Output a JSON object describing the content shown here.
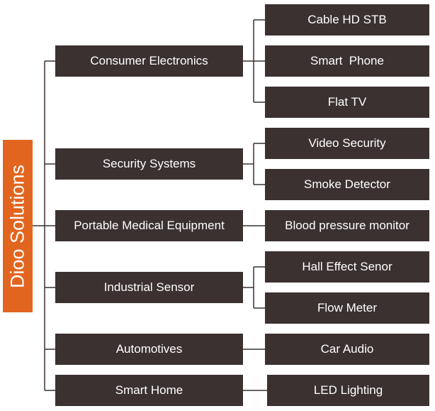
{
  "root": {
    "label": "Dioo Solutions",
    "color": "#e2651f"
  },
  "box_color": "#3b3131",
  "categories": [
    {
      "label": "Consumer Electronics",
      "items": [
        "Cable HD STB",
        "Smart  Phone",
        "Flat TV"
      ]
    },
    {
      "label": "Security Systems",
      "items": [
        "Video Security",
        "Smoke Detector"
      ]
    },
    {
      "label": "Portable Medical Equipment",
      "items": [
        "Blood pressure monitor"
      ]
    },
    {
      "label": "Industrial Sensor",
      "items": [
        "Hall Effect Senor",
        "Flow Meter"
      ]
    },
    {
      "label": "Automotives",
      "items": [
        "Car Audio"
      ]
    },
    {
      "label": "Smart Home",
      "items": [
        "LED Lighting"
      ]
    }
  ]
}
